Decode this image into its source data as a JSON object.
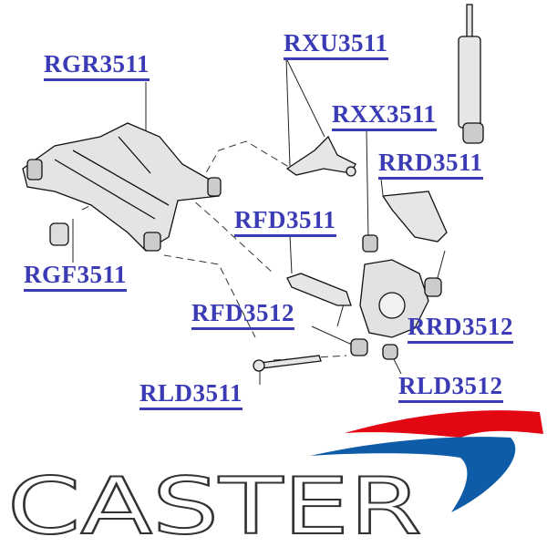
{
  "labels": {
    "rgr3511": "RGR3511",
    "rxu3511": "RXU3511",
    "rxx3511": "RXX3511",
    "rrd3511": "RRD3511",
    "rfd3511": "RFD3511",
    "rgf3511": "RGF3511",
    "rfd3512": "RFD3512",
    "rrd3512": "RRD3512",
    "rld3511": "RLD3511",
    "rld3512": "RLD3512"
  },
  "logo": {
    "text": "CASTER"
  },
  "colors": {
    "label": "#3b3bb5",
    "swoosh_red": "#e30613",
    "swoosh_blue": "#0e5ca8"
  }
}
